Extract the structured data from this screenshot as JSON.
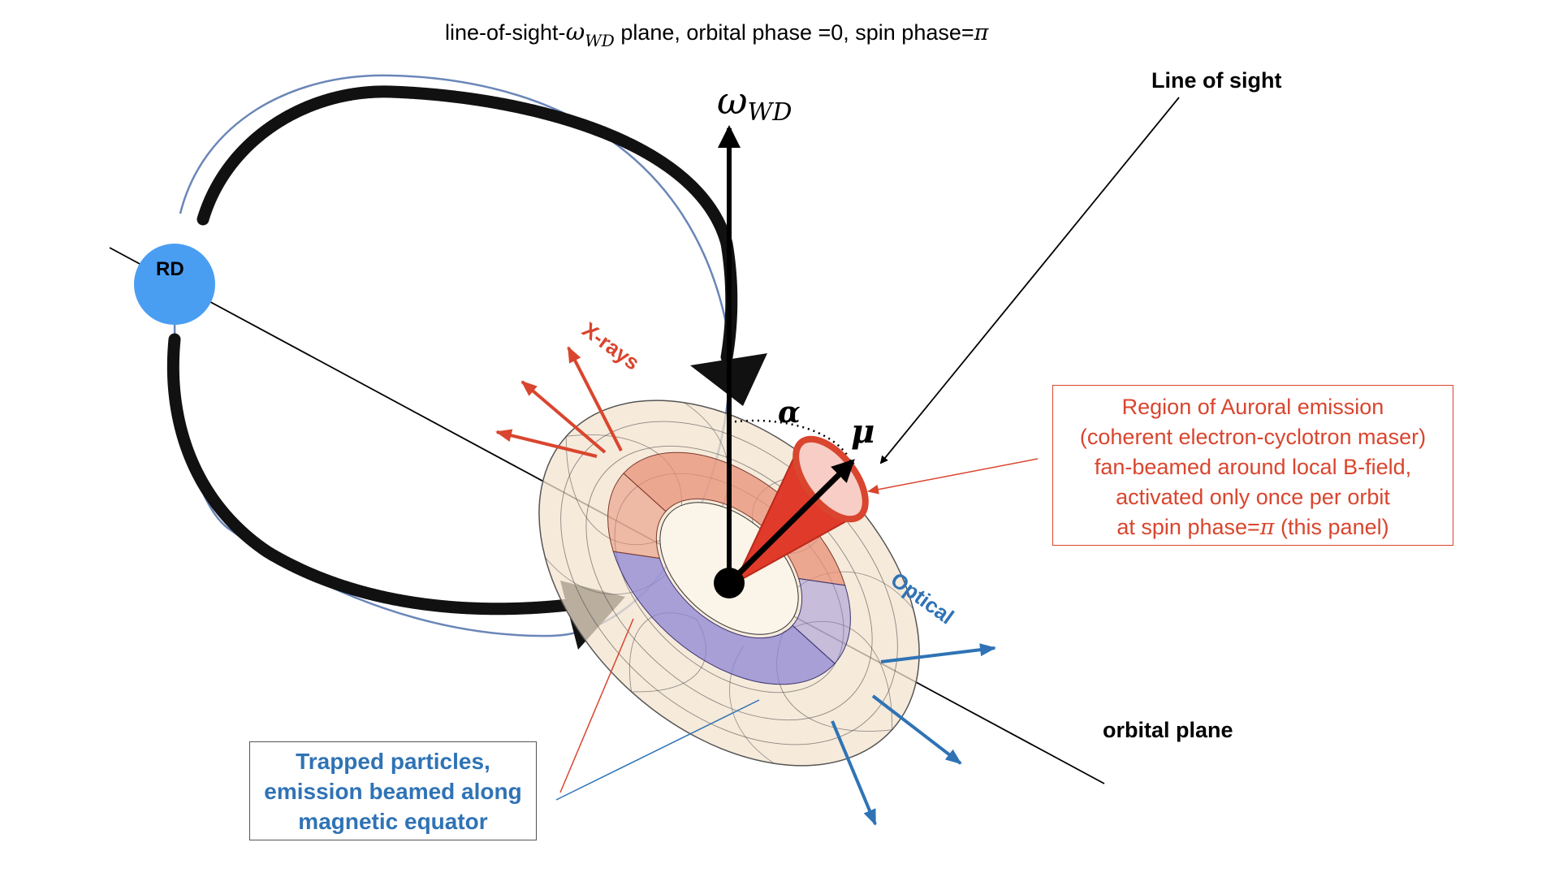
{
  "title": {
    "prefix": "line-of-sight-",
    "omega": "ω",
    "omega_sub": "WD",
    "suffix": " plane, orbital phase =0, spin phase=",
    "pi": "π"
  },
  "labels": {
    "omega_axis": "ω",
    "omega_axis_sub": "WD",
    "line_of_sight": "Line of sight",
    "rd": "RD",
    "xrays": "X-rays",
    "optical": "Optical",
    "alpha": "α",
    "mu": "μ",
    "orbital_plane": "orbital plane"
  },
  "auroral_box": {
    "line1": "Region of Auroral emission",
    "line2": "(coherent electron-cyclotron maser)",
    "line3": "fan-beamed around local B-field,",
    "line4": "activated only once per orbit",
    "line5_prefix": "at spin phase=",
    "line5_pi": "π",
    "line5_suffix": " (this panel)"
  },
  "trapped_box": {
    "line1": "Trapped particles,",
    "line2": "emission beamed along",
    "line3": "magnetic equator"
  },
  "colors": {
    "red": "#d9452e",
    "blue": "#2f73b5",
    "rd_fill": "#4a9ef2",
    "field_line": "#6a86b8",
    "torus_fill": "#f3e3cf",
    "torus_ring_red": "#e89078",
    "torus_ring_blue": "#8d86d6"
  }
}
